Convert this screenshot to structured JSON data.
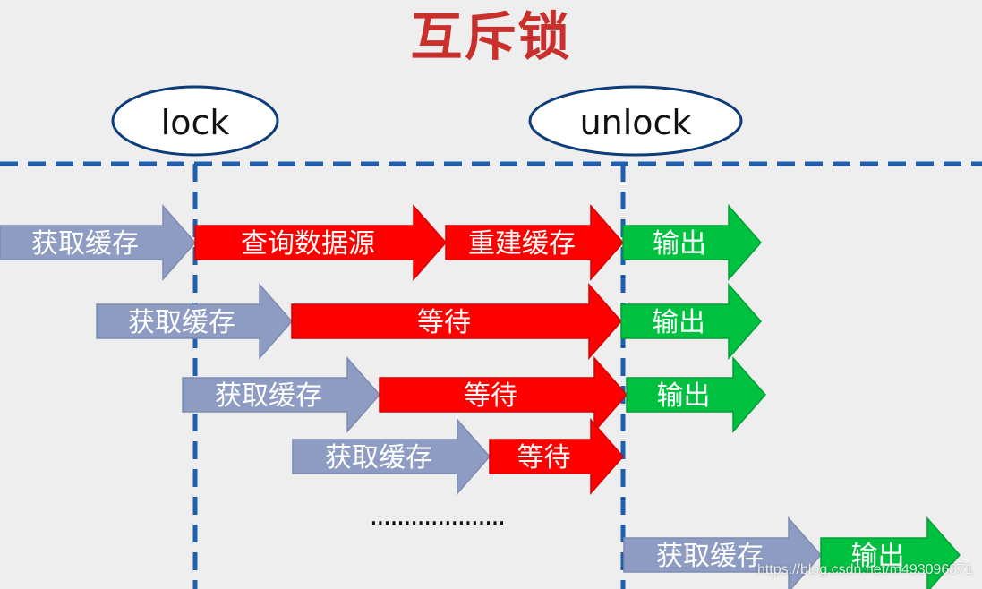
{
  "title": "互斥锁",
  "markers": {
    "lock": "lock",
    "unlock": "unlock"
  },
  "colors": {
    "fetch": "#8e9cc3",
    "locked": "#ff0000",
    "output": "#00c040",
    "guide": "#1f5fb0",
    "title": "#c9302c",
    "ellipse_stroke": "#0d3c7a"
  },
  "rows": [
    {
      "steps": [
        {
          "label": "获取缓存",
          "kind": "fetch"
        },
        {
          "label": "查询数据源",
          "kind": "locked"
        },
        {
          "label": "重建缓存",
          "kind": "locked"
        },
        {
          "label": "输出",
          "kind": "output"
        }
      ]
    },
    {
      "steps": [
        {
          "label": "获取缓存",
          "kind": "fetch"
        },
        {
          "label": "等待",
          "kind": "locked"
        },
        {
          "label": "输出",
          "kind": "output"
        }
      ]
    },
    {
      "steps": [
        {
          "label": "获取缓存",
          "kind": "fetch"
        },
        {
          "label": "等待",
          "kind": "locked"
        },
        {
          "label": "输出",
          "kind": "output"
        }
      ]
    },
    {
      "steps": [
        {
          "label": "获取缓存",
          "kind": "fetch"
        },
        {
          "label": "等待",
          "kind": "locked"
        }
      ]
    },
    {
      "steps": [
        {
          "label": "获取缓存",
          "kind": "fetch"
        },
        {
          "label": "输出",
          "kind": "output"
        }
      ]
    }
  ],
  "ellipsis": "....................",
  "watermark": "https://blog.csdn.net/m493096871"
}
